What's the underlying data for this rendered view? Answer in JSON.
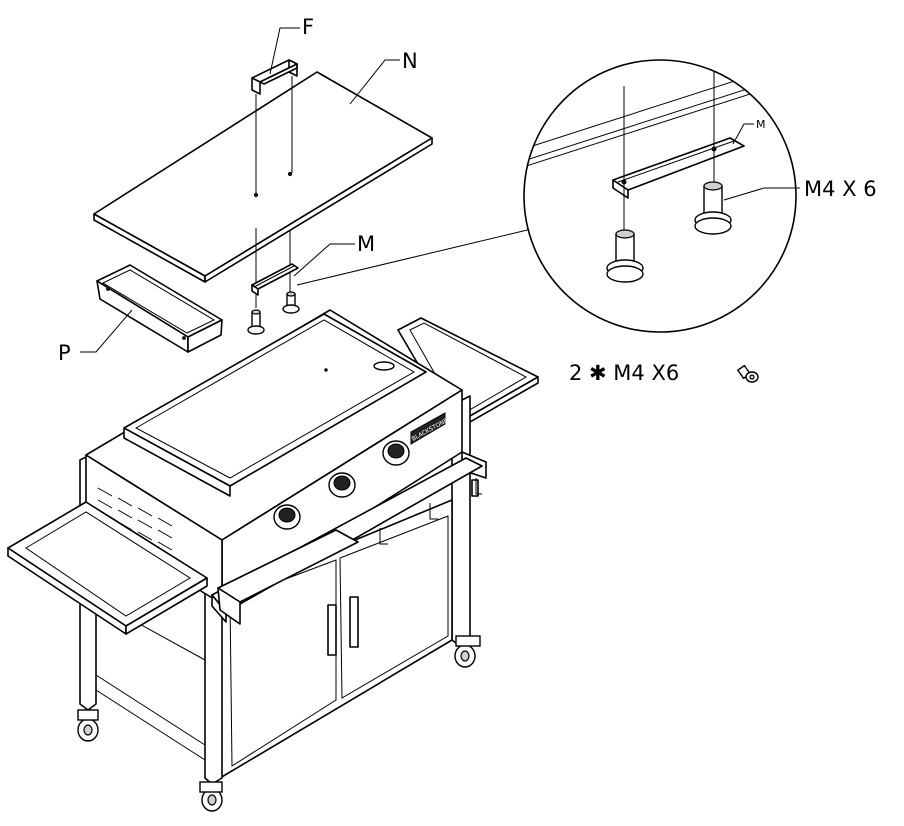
{
  "labels": {
    "F": "F",
    "N": "N",
    "M": "M",
    "P": "P",
    "detail_m": "M",
    "detail_screw": "M4 X 6"
  },
  "hardware_note": "2 ✱ M4 X6",
  "brand_plate": "BLACKSTONE"
}
